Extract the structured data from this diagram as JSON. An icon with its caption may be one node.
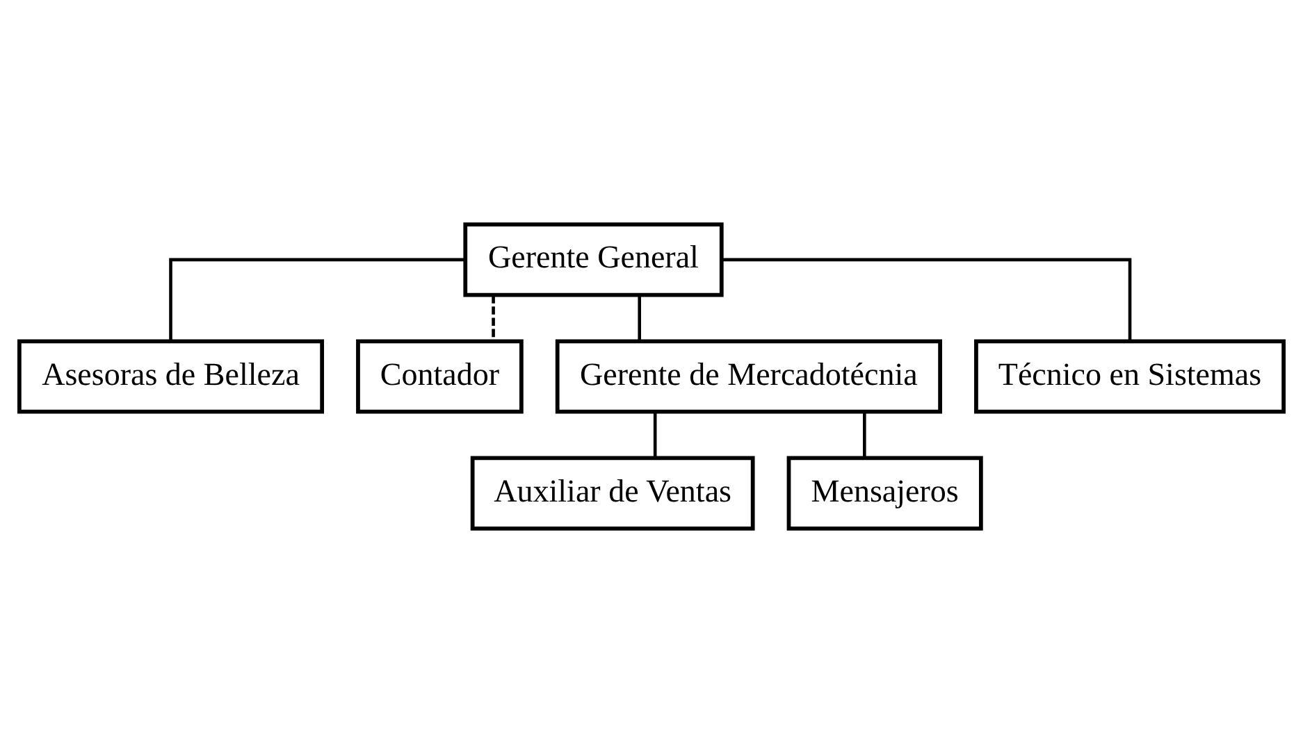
{
  "diagram": {
    "nodes": [
      {
        "text": [
          "Gerente General"
        ]
      },
      {
        "text": [
          "Asesoras de Belleza"
        ]
      },
      {
        "text": [
          "Contador"
        ]
      },
      {
        "text": [
          "Gerente de Mercadotécnia"
        ]
      },
      {
        "text": [
          "Técnico en Sistemas"
        ]
      },
      {
        "text": [
          "Auxiliar de Ventas"
        ]
      },
      {
        "text": [
          "Mensajeros"
        ]
      }
    ],
    "edges": [
      {
        "from": 0,
        "to": 1,
        "arrow": "none"
      },
      {
        "from": 0,
        "to": 2,
        "arrow": "none",
        "style": "dashed"
      },
      {
        "from": 0,
        "to": 3,
        "arrow": "none"
      },
      {
        "from": 0,
        "to": 4,
        "arrow": "none"
      },
      {
        "from": 3,
        "to": 5,
        "arrow": "none"
      },
      {
        "from": 3,
        "to": 6,
        "arrow": "none"
      }
    ]
  }
}
